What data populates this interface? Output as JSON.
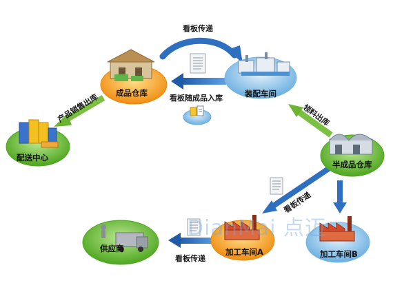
{
  "nodes": {
    "finished_warehouse": "成品仓库",
    "assembly_workshop": "装配车间",
    "distribution_center": "配送中心",
    "semi_finished_warehouse": "半成品仓库",
    "processing_workshop_a": "加工车间A",
    "processing_workshop_b": "加工车间B",
    "supplier": "供应商"
  },
  "flows": {
    "kanban_transfer_top": "看板传递",
    "kanban_with_goods": "看板随成品入库",
    "product_sales_out": "产品销售出库",
    "material_issue": "领料出库",
    "kanban_transfer_right": "看板传递",
    "kanban_transfer_bottom": "看板传递"
  },
  "watermark": "DianMai 点迈",
  "colors": {
    "node_green": "#5cb531",
    "node_blue": "#7ab8e6",
    "node_orange": "#f4a11e",
    "arrow_green": "#7bc043",
    "arrow_blue": "#2f6fc0"
  }
}
